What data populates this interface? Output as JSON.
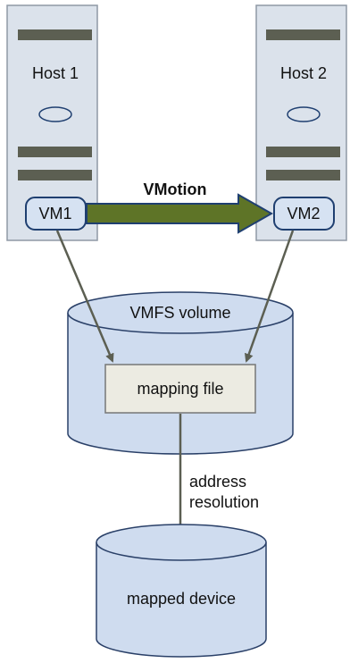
{
  "hosts": [
    {
      "label": "Host 1",
      "vm": "VM1"
    },
    {
      "label": "Host 2",
      "vm": "VM2"
    }
  ],
  "migration": {
    "label": "VMotion"
  },
  "volume": {
    "label": "VMFS volume",
    "file": "mapping file"
  },
  "resolution": {
    "line1": "address",
    "line2": "resolution"
  },
  "device": {
    "label": "mapped device"
  },
  "colors": {
    "host_fill": "#dbe2eb",
    "host_stroke": "#8f99a5",
    "slot": "#5c5f52",
    "vm_fill": "#d6e2f2",
    "vm_stroke": "#1f3f70",
    "arrow_fill": "#5e7427",
    "arrow_stroke": "#1f3f70",
    "connector": "#5c5f52",
    "cyl_fill": "#cfdcef",
    "cyl_stroke": "#2a4068",
    "file_fill": "#ecebe2",
    "file_stroke": "#777777"
  }
}
